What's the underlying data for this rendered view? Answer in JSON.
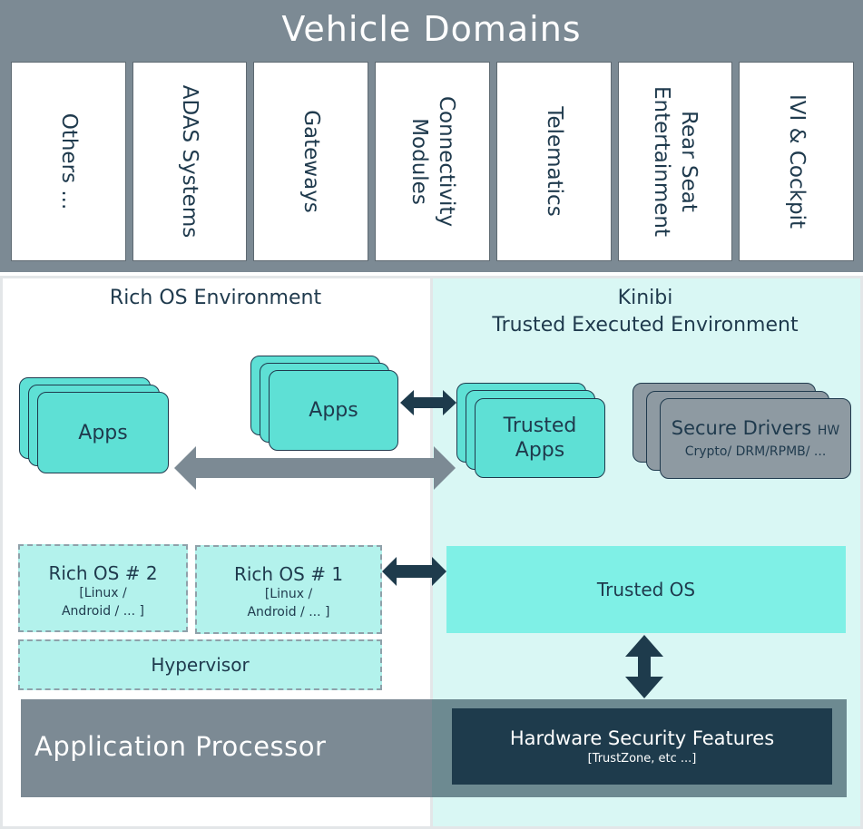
{
  "vehicle_domains": {
    "title": "Vehicle Domains",
    "items": [
      "Others ...",
      "ADAS Systems",
      "Gateways",
      "Connectivity\nModules",
      "Telematics",
      "Rear Seat\nEntertainment",
      "IVI & Cockpit"
    ]
  },
  "rich_os_env": {
    "title": "Rich OS Environment",
    "apps_left": "Apps",
    "apps_center": "Apps",
    "rich_os_2": {
      "title": "Rich OS # 2",
      "sub": "[Linux /\nAndroid / ... ]"
    },
    "rich_os_1": {
      "title": "Rich OS # 1",
      "sub": "[Linux /\nAndroid / ... ]"
    },
    "hypervisor": "Hypervisor"
  },
  "tee": {
    "title": "Kinibi\nTrusted Executed Environment",
    "trusted_apps": "Trusted\nApps",
    "secure_drivers": {
      "title": "Secure Drivers",
      "badge": "HW",
      "sub": "Crypto/ DRM/RPMB/ ..."
    },
    "trusted_os": "Trusted OS"
  },
  "application_processor": "Application Processor",
  "hardware_security": {
    "title": "Hardware Security Features",
    "sub": "[TrustZone, etc ...]"
  },
  "colors": {
    "domain_bar": "#7c8a94",
    "tee_bg": "#d9f7f4",
    "card": "#5ee0d5",
    "arrow_dark": "#1e3b4c",
    "arrow_grey": "#7c8a94"
  }
}
